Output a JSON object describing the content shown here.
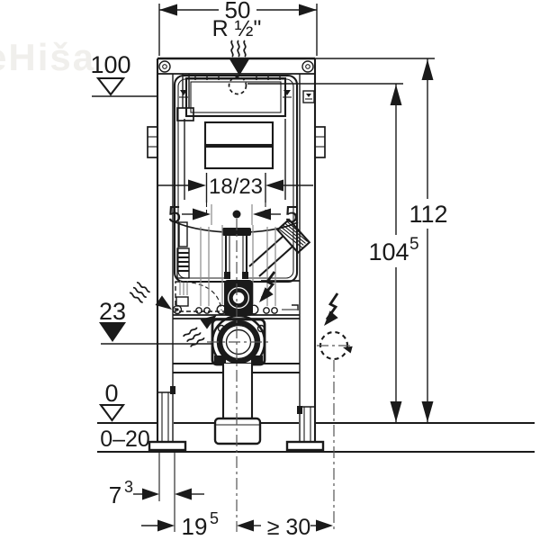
{
  "title": "Concealed WC cistern installation frame - dimensional drawing",
  "watermark": "eHiša",
  "colors": {
    "line": "#1a1a1a",
    "guide_line": "#8a8a8a",
    "background": "#ffffff",
    "watermark": "#f0efec"
  },
  "labels": {
    "frame_width": "50",
    "water_supply_thread": "R ½\"",
    "upper_level": "100",
    "total_height": "112",
    "supply_height": {
      "base": "104",
      "sup": "5"
    },
    "pan_bolt_spacing": "18/23",
    "offset_left": "5",
    "offset_right": "5",
    "outlet_height": "23",
    "floor_level": "0",
    "floor_buildup_range": "0–20",
    "front_offset": {
      "base": "7",
      "sup": "3"
    },
    "outlet_offset": {
      "base": "19",
      "sup": "5"
    },
    "socket_clearance": "≥ 30"
  }
}
